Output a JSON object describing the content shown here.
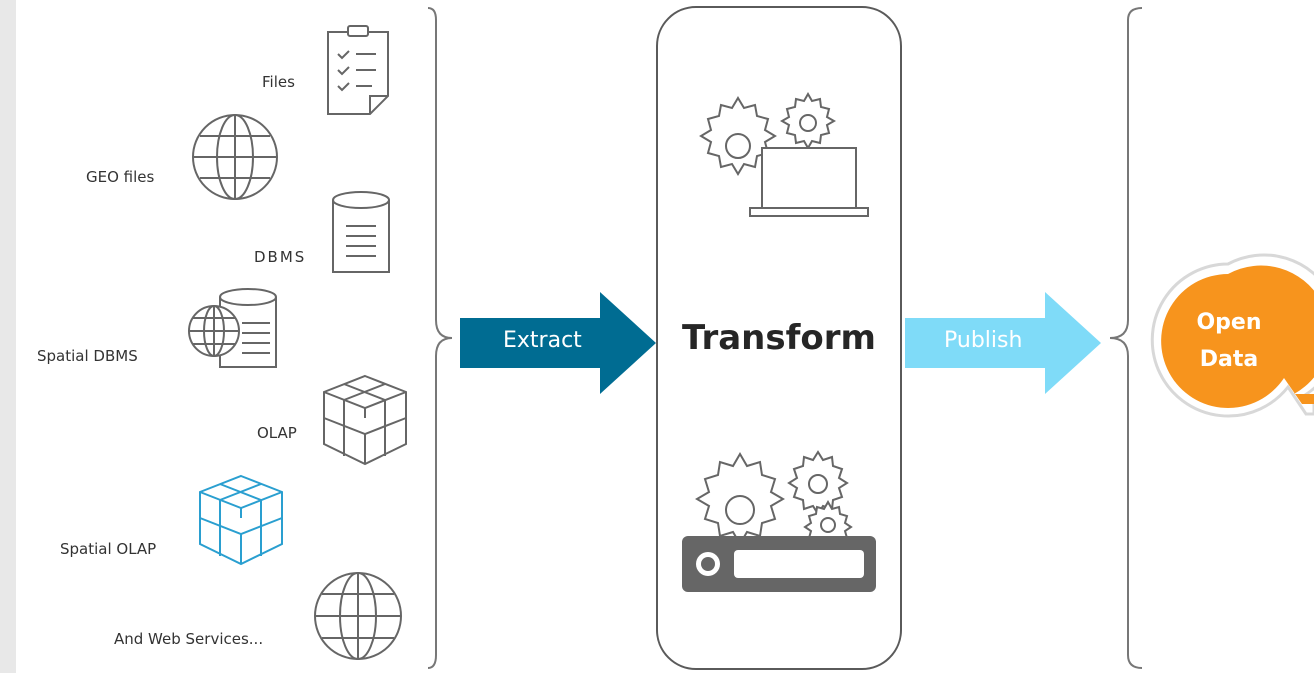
{
  "sources": {
    "files_label": "Files",
    "geo_files_label": "GEO files",
    "dbms_label": "DBMS",
    "spatial_dbms_label": "Spatial DBMS",
    "olap_label": "OLAP",
    "spatial_olap_label": "Spatial OLAP",
    "web_services_label": "And Web Services..."
  },
  "extract": {
    "label": "Extract",
    "color": "#006c92"
  },
  "transform": {
    "label": "Transform"
  },
  "publish": {
    "label": "Publish",
    "color": "#7fdbf8"
  },
  "open_data": {
    "line1": "Open",
    "line2": "Data",
    "color": "#f7941d"
  },
  "icons": [
    "clipboard-icon",
    "globe-icon",
    "database-icon",
    "globe-database-icon",
    "cube-icon",
    "spatial-cube-icon",
    "gears-laptop-icon",
    "gears-server-icon"
  ]
}
